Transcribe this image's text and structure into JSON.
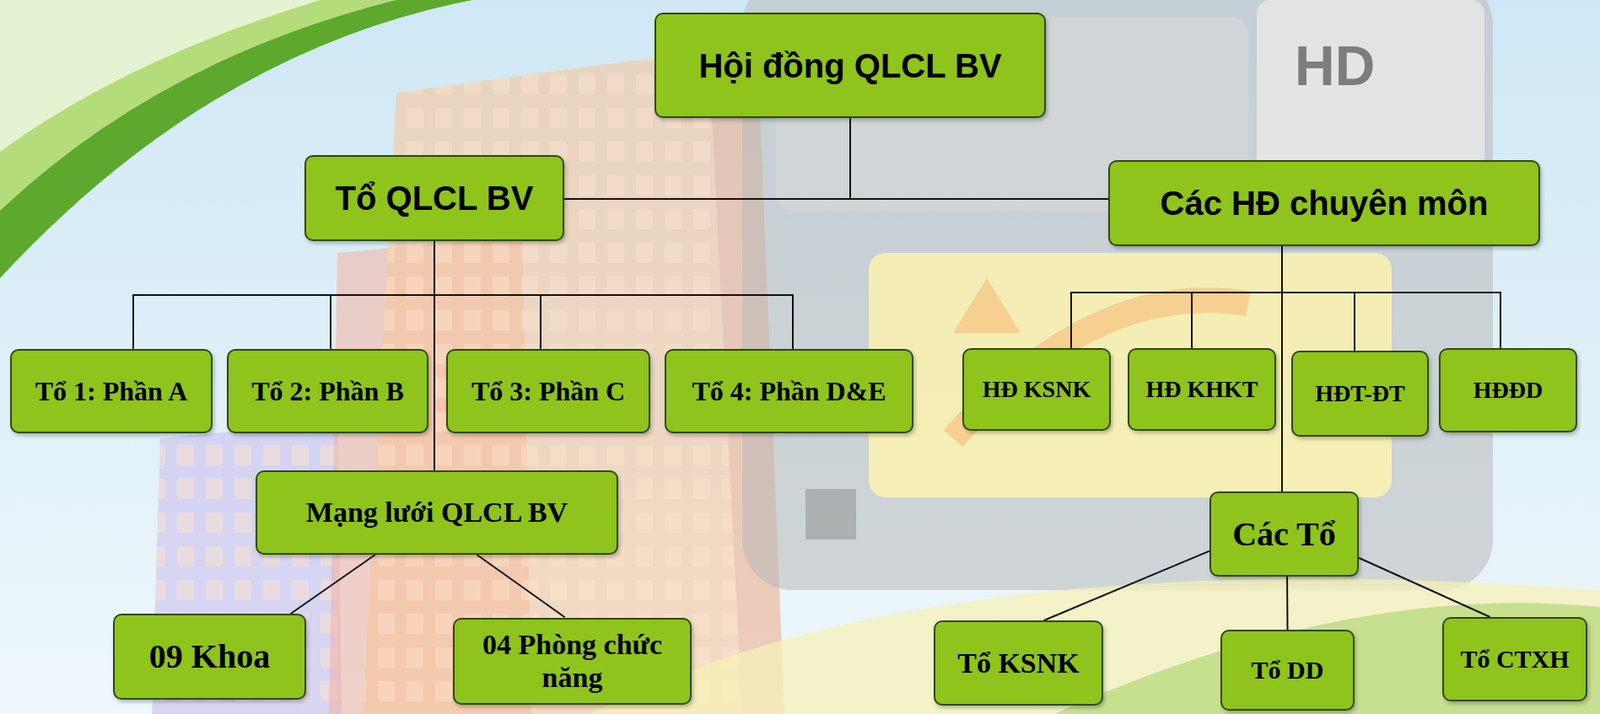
{
  "diagram": {
    "nodes": [
      {
        "text": [
          "Hội đồng QLCL BV"
        ]
      },
      {
        "text": [
          "Tổ QLCL BV"
        ]
      },
      {
        "text": [
          "Các HĐ chuyên môn"
        ]
      },
      {
        "text": [
          "Tổ 1: Phần A"
        ]
      },
      {
        "text": [
          "Tổ 2: Phần B"
        ]
      },
      {
        "text": [
          "Tổ 3: Phần C"
        ]
      },
      {
        "text": [
          "Tổ 4: Phần D&E"
        ]
      },
      {
        "text": [
          "HĐ KSNK"
        ]
      },
      {
        "text": [
          "HĐ KHKT"
        ]
      },
      {
        "text": [
          "HĐT-ĐT"
        ]
      },
      {
        "text": [
          "HĐĐD"
        ]
      },
      {
        "text": [
          "Mạng lưới QLCL BV"
        ]
      },
      {
        "text": [
          "Các Tổ"
        ]
      },
      {
        "text": [
          "09 Khoa"
        ]
      },
      {
        "text": [
          "04 Phòng chức năng"
        ]
      },
      {
        "text": [
          "Tổ KSNK"
        ]
      },
      {
        "text": [
          "Tổ DD"
        ]
      },
      {
        "text": [
          "Tổ CTXH"
        ]
      }
    ],
    "edges": [
      {
        "from": 0,
        "to": 1,
        "arrow": "none"
      },
      {
        "from": 0,
        "to": 2,
        "arrow": "none"
      },
      {
        "from": 1,
        "to": 3,
        "arrow": "none"
      },
      {
        "from": 1,
        "to": 4,
        "arrow": "none"
      },
      {
        "from": 1,
        "to": 5,
        "arrow": "none"
      },
      {
        "from": 1,
        "to": 6,
        "arrow": "none"
      },
      {
        "from": 1,
        "to": 11,
        "arrow": "none"
      },
      {
        "from": 11,
        "to": 13,
        "arrow": "none"
      },
      {
        "from": 11,
        "to": 14,
        "arrow": "none"
      },
      {
        "from": 2,
        "to": 7,
        "arrow": "none"
      },
      {
        "from": 2,
        "to": 8,
        "arrow": "none"
      },
      {
        "from": 2,
        "to": 9,
        "arrow": "none"
      },
      {
        "from": 2,
        "to": 10,
        "arrow": "none"
      },
      {
        "from": 2,
        "to": 12,
        "arrow": "none"
      },
      {
        "from": 12,
        "to": 15,
        "arrow": "none"
      },
      {
        "from": 12,
        "to": 16,
        "arrow": "none"
      },
      {
        "from": 12,
        "to": 17,
        "arrow": "none"
      }
    ],
    "labels": [
      "HD"
    ]
  }
}
